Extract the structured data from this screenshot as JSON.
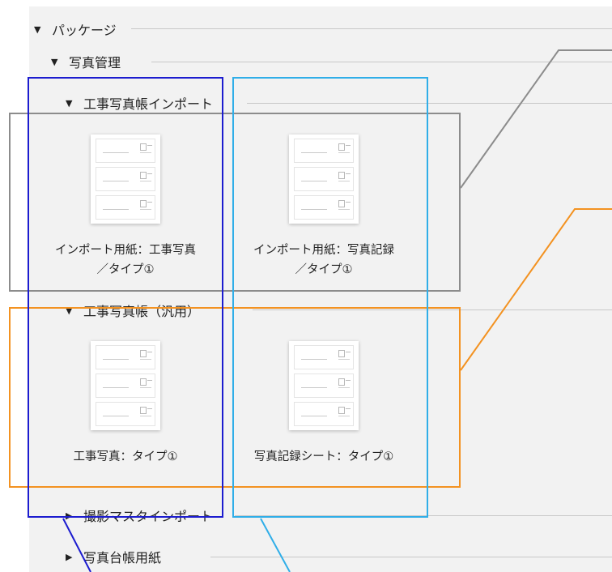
{
  "tree": {
    "packages": "パッケージ",
    "photo_mgmt": "写真管理",
    "import_group": "工事写真帳インポート",
    "generic_group": "工事写真帳（汎用）",
    "shoot_master": "撮影マスタインポート",
    "ledger": "写真台帳用紙"
  },
  "items": {
    "import_construction": "インポート用紙：工事写真／タイプ①",
    "import_record": "インポート用紙：写真記録／タイプ①",
    "construction": "工事写真：タイプ①",
    "record_sheet": "写真記録シート：タイプ①"
  },
  "colors": {
    "gray_frame": "#8c8c8c",
    "orange_frame": "#f39221",
    "blue_frame": "#1c1ccf",
    "cyan_frame": "#30aee8"
  }
}
